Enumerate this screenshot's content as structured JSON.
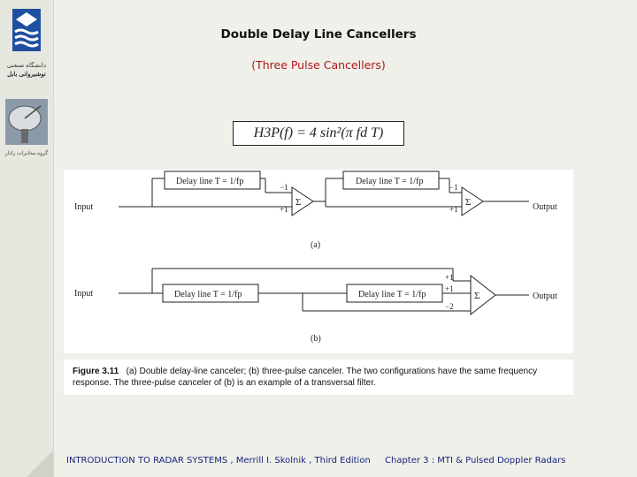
{
  "sidebar": {
    "university_name": "دانشگاه صنعتی",
    "university_sub": "نوشیروانی بابل",
    "group_name": "گروه مخابرات رادار"
  },
  "slide": {
    "title": "Double Delay Line Cancellers",
    "subtitle": "(Three  Pulse Cancellers)",
    "formula": "H3P(f) = 4 sin²(π fd T)"
  },
  "figure": {
    "delay_label": "Delay line T = 1/fp",
    "input_label": "Input",
    "output_label": "Output",
    "sigma": "Σ",
    "sub_a": "(a)",
    "sub_b": "(b)",
    "weights_a": [
      "−1",
      "+1"
    ],
    "weights_b": [
      "+1",
      "+1",
      "−2"
    ],
    "caption_label": "Figure 3.11",
    "caption_text": "(a) Double delay-line canceler; (b) three-pulse canceler. The two configurations have the same frequency response. The three-pulse canceler of (b) is an example of a transversal filter."
  },
  "footer": {
    "left": "INTRODUCTION  TO  RADAR  SYSTEMS , Merrill I. Skolnik , Third Edition",
    "right": "Chapter 3 :   MTI  &  Pulsed Doppler Radars"
  },
  "colors": {
    "title": "#111111",
    "subtitle": "#b01818",
    "footer": "#1a237e",
    "logo_blue": "#1f4fa0"
  }
}
